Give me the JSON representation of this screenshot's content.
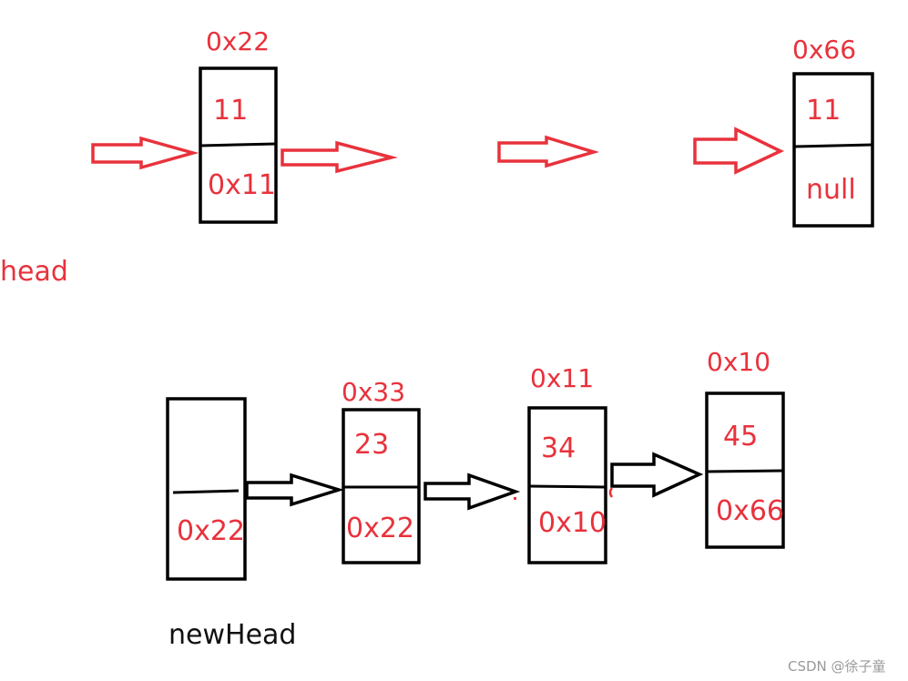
{
  "colors": {
    "red": "#e8323c",
    "black": "#000000",
    "watermark": "#9a9a9a"
  },
  "top_list": {
    "head_label": "head",
    "nodes": [
      {
        "address": "0x22",
        "value": "11",
        "next": "0x11"
      },
      {
        "address": "0x66",
        "value": "11",
        "next": "null"
      }
    ]
  },
  "bottom_list": {
    "new_head_label": "newHead",
    "sentinel": {
      "address": "",
      "value": "",
      "next": "0x22"
    },
    "nodes": [
      {
        "address": "0x33",
        "value": "23",
        "next": "0x22"
      },
      {
        "address": "0x11",
        "value": "34",
        "next": "0x10"
      },
      {
        "address": "0x10",
        "value": "45",
        "next": "0x66"
      }
    ]
  },
  "watermark": "CSDN @徐子童"
}
